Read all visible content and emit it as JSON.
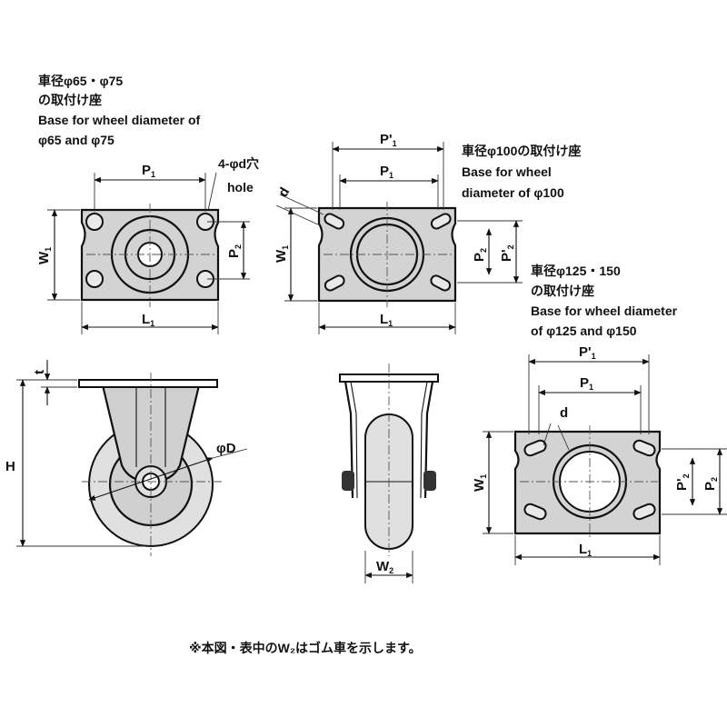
{
  "labels": {
    "small_base_jp_1": "車径φ65・φ75",
    "small_base_jp_2": "の取付け座",
    "small_base_en_1": "Base for wheel diameter of",
    "small_base_en_2": "φ65 and φ75",
    "hole_jp": "4-φd穴",
    "hole_en": "hole",
    "mid_base_jp": "車径φ100の取付け座",
    "mid_base_en_1": "Base for wheel",
    "mid_base_en_2": "diameter of φ100",
    "large_base_jp_1": "車径φ125・150",
    "large_base_jp_2": "の取付け座",
    "large_base_en_1": "Base for wheel diameter",
    "large_base_en_2": "of φ125 and φ150",
    "footnote": "※本図・表中のW₂はゴム車を示します。"
  },
  "dims": {
    "P": "P",
    "P_prime": "P'",
    "W": "W",
    "L": "L",
    "sub1": "1",
    "sub2": "2",
    "H": "H",
    "t": "t",
    "phiD": "φD",
    "d": "d",
    "W2": "W",
    "W2_sub": "2"
  }
}
